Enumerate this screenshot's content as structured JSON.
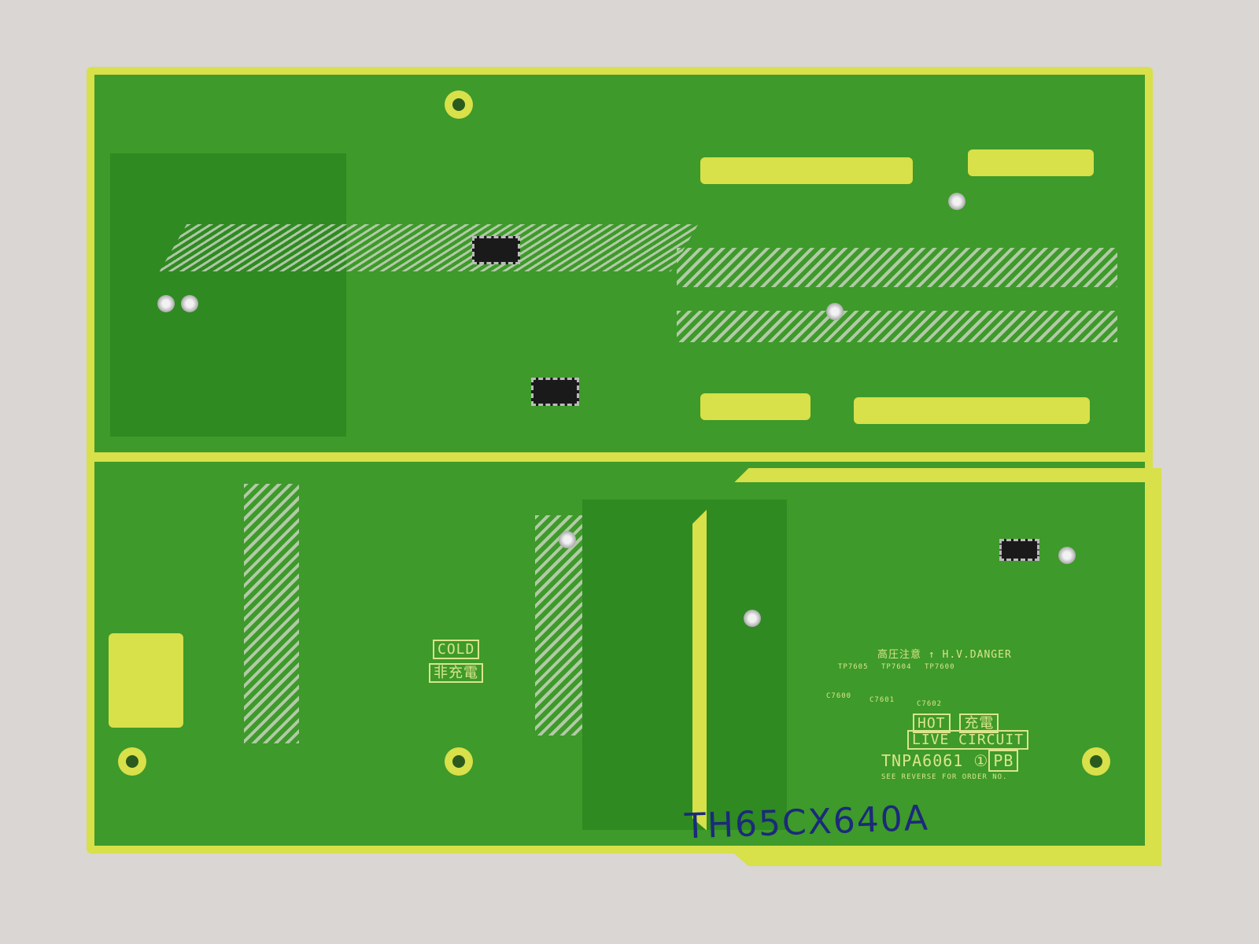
{
  "silkscreen": {
    "cold": "COLD",
    "cold_jp": "非充電",
    "hv_jp": "高圧注意",
    "hv_danger": "H.V.DANGER",
    "hot": "HOT",
    "hot_jp": "充電",
    "live_circuit": "LIVE CIRCUIT",
    "part_number": "TNPA6061",
    "revision": "①",
    "pb": "PB",
    "order_note": "SEE REVERSE FOR ORDER NO.",
    "tp_labels": [
      "TP7605",
      "TP7604",
      "TP7600"
    ],
    "cap_labels": [
      "C7600",
      "C7601",
      "C7602"
    ]
  },
  "handwriting": "TH65CX640A",
  "colors": {
    "board": "#3e9a2a",
    "mask_yellow": "#d8e04a",
    "ink": "#1b2a7a"
  }
}
